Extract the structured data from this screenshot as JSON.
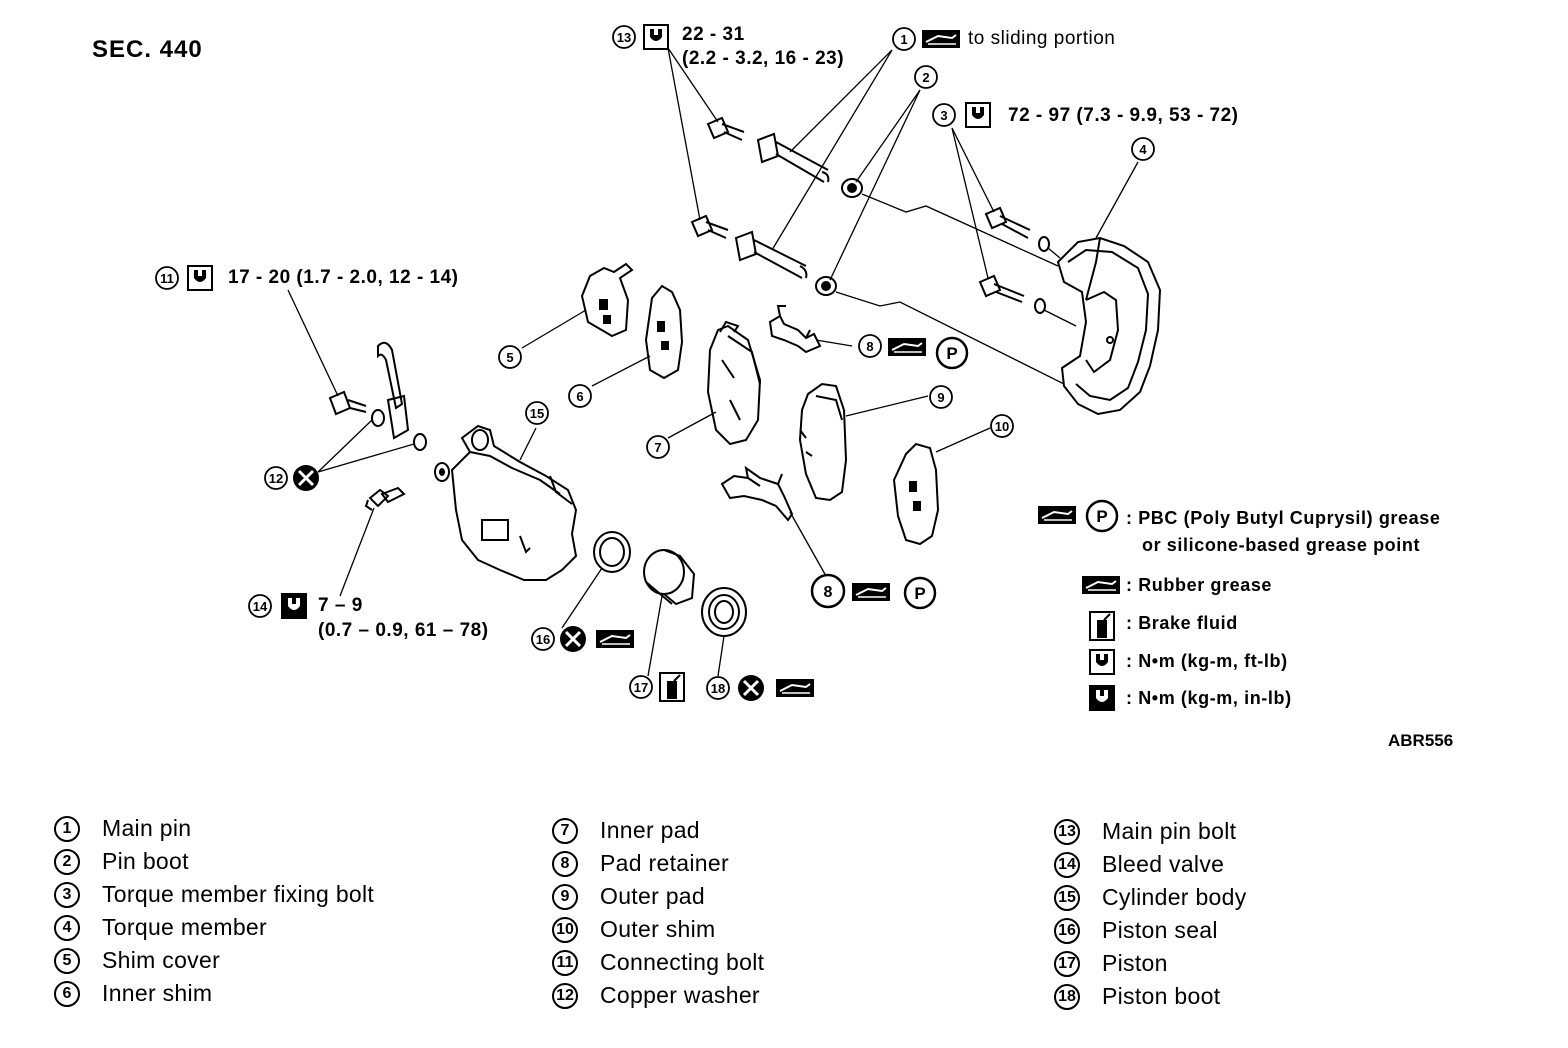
{
  "section_label": "SEC. 440",
  "figure_code": "ABR556",
  "callouts": {
    "c13_torque": "22 - 31",
    "c13_torque_units": "(2.2 - 3.2, 16 - 23)",
    "c1_note": "to sliding portion",
    "c3_torque": "72 - 97 (7.3 - 9.9, 53 - 72)",
    "c11_torque": "17 - 20 (1.7 - 2.0, 12 - 14)",
    "c14_torque": "7 – 9",
    "c14_torque_units": "(0.7 – 0.9, 61 – 78)"
  },
  "legend": {
    "pbc_line1": ": PBC (Poly Butyl Cuprysil) grease",
    "pbc_line2": "or silicone-based grease point",
    "rubber_grease": ": Rubber grease",
    "brake_fluid": ": Brake fluid",
    "torque_ft": ": N•m (kg-m, ft-lb)",
    "torque_in": ": N•m (kg-m, in-lb)",
    "pbc_symbol": "P"
  },
  "parts": {
    "col1": [
      {
        "num": "1",
        "label": "Main pin"
      },
      {
        "num": "2",
        "label": "Pin boot"
      },
      {
        "num": "3",
        "label": "Torque member fixing bolt"
      },
      {
        "num": "4",
        "label": "Torque member"
      },
      {
        "num": "5",
        "label": "Shim cover"
      },
      {
        "num": "6",
        "label": "Inner shim"
      }
    ],
    "col2": [
      {
        "num": "7",
        "label": "Inner pad"
      },
      {
        "num": "8",
        "label": "Pad retainer"
      },
      {
        "num": "9",
        "label": "Outer pad"
      },
      {
        "num": "10",
        "label": "Outer shim"
      },
      {
        "num": "11",
        "label": "Connecting bolt"
      },
      {
        "num": "12",
        "label": "Copper washer"
      }
    ],
    "col3": [
      {
        "num": "13",
        "label": "Main pin bolt"
      },
      {
        "num": "14",
        "label": "Bleed valve"
      },
      {
        "num": "15",
        "label": "Cylinder body"
      },
      {
        "num": "16",
        "label": "Piston seal"
      },
      {
        "num": "17",
        "label": "Piston"
      },
      {
        "num": "18",
        "label": "Piston boot"
      }
    ]
  },
  "diagram_callouts": [
    "1",
    "2",
    "3",
    "4",
    "5",
    "6",
    "7",
    "8",
    "9",
    "10",
    "11",
    "12",
    "13",
    "14",
    "15",
    "16",
    "17",
    "18"
  ]
}
